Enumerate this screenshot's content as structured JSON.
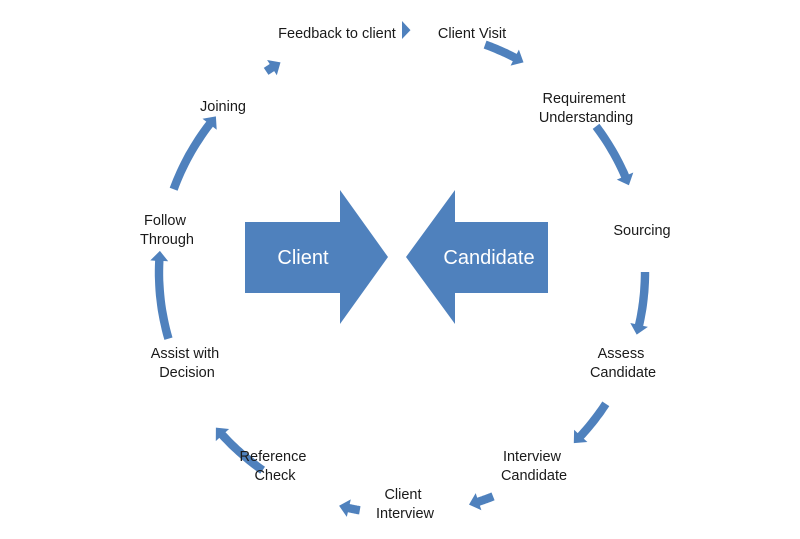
{
  "diagram": {
    "accent_color": "#4f81bd",
    "center": {
      "left_arrow_label": "Client",
      "right_arrow_label": "Candidate"
    },
    "steps": [
      {
        "lines": [
          "Client Visit"
        ]
      },
      {
        "lines": [
          "Requirement",
          "Understanding"
        ]
      },
      {
        "lines": [
          "Sourcing"
        ]
      },
      {
        "lines": [
          "Assess",
          "Candidate"
        ]
      },
      {
        "lines": [
          "Interview",
          "Candidate"
        ]
      },
      {
        "lines": [
          "Client",
          "Interview"
        ]
      },
      {
        "lines": [
          "Reference",
          "Check"
        ]
      },
      {
        "lines": [
          "Assist with",
          "Decision"
        ]
      },
      {
        "lines": [
          "Follow",
          "Through"
        ]
      },
      {
        "lines": [
          "Joining"
        ]
      },
      {
        "lines": [
          "Feedback to client"
        ]
      }
    ]
  }
}
